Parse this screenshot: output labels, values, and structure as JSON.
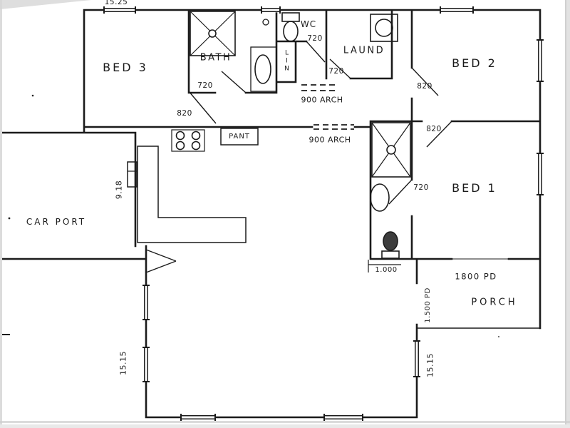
{
  "document": {
    "kind": "scanned hand-drawn house floor plan",
    "ink_color": "#1b1b1b",
    "paper_color": "#ffffff"
  },
  "rooms": {
    "bed3": {
      "label": "BED 3"
    },
    "bath": {
      "label": "BATH"
    },
    "wc": {
      "label": "WC"
    },
    "lin": {
      "label": "LIN"
    },
    "laund": {
      "label": "LAUND"
    },
    "bed2": {
      "label": "BED 2"
    },
    "bed1": {
      "label": "BED 1"
    },
    "carport": {
      "label": "CAR PORT"
    },
    "pantry": {
      "label": "PANT"
    },
    "porch": {
      "label": "PORCH"
    }
  },
  "dimensions": {
    "overall_width_top": "15.25",
    "bed3_door": "820",
    "bath_door": "720",
    "wc_door": "720",
    "laundry_door": "720",
    "hall_arch": "900 ARCH",
    "family_arch": "900 ARCH",
    "bed2_door": "820",
    "bed1_door": "820",
    "ensuite_door": "720",
    "kitchen_side": "9.18",
    "porch_offset": "1.000",
    "porch_door": "1800 PD",
    "patio_door": "1.500 PD",
    "west_side_length": "15.15",
    "east_side_length": "15.15"
  }
}
